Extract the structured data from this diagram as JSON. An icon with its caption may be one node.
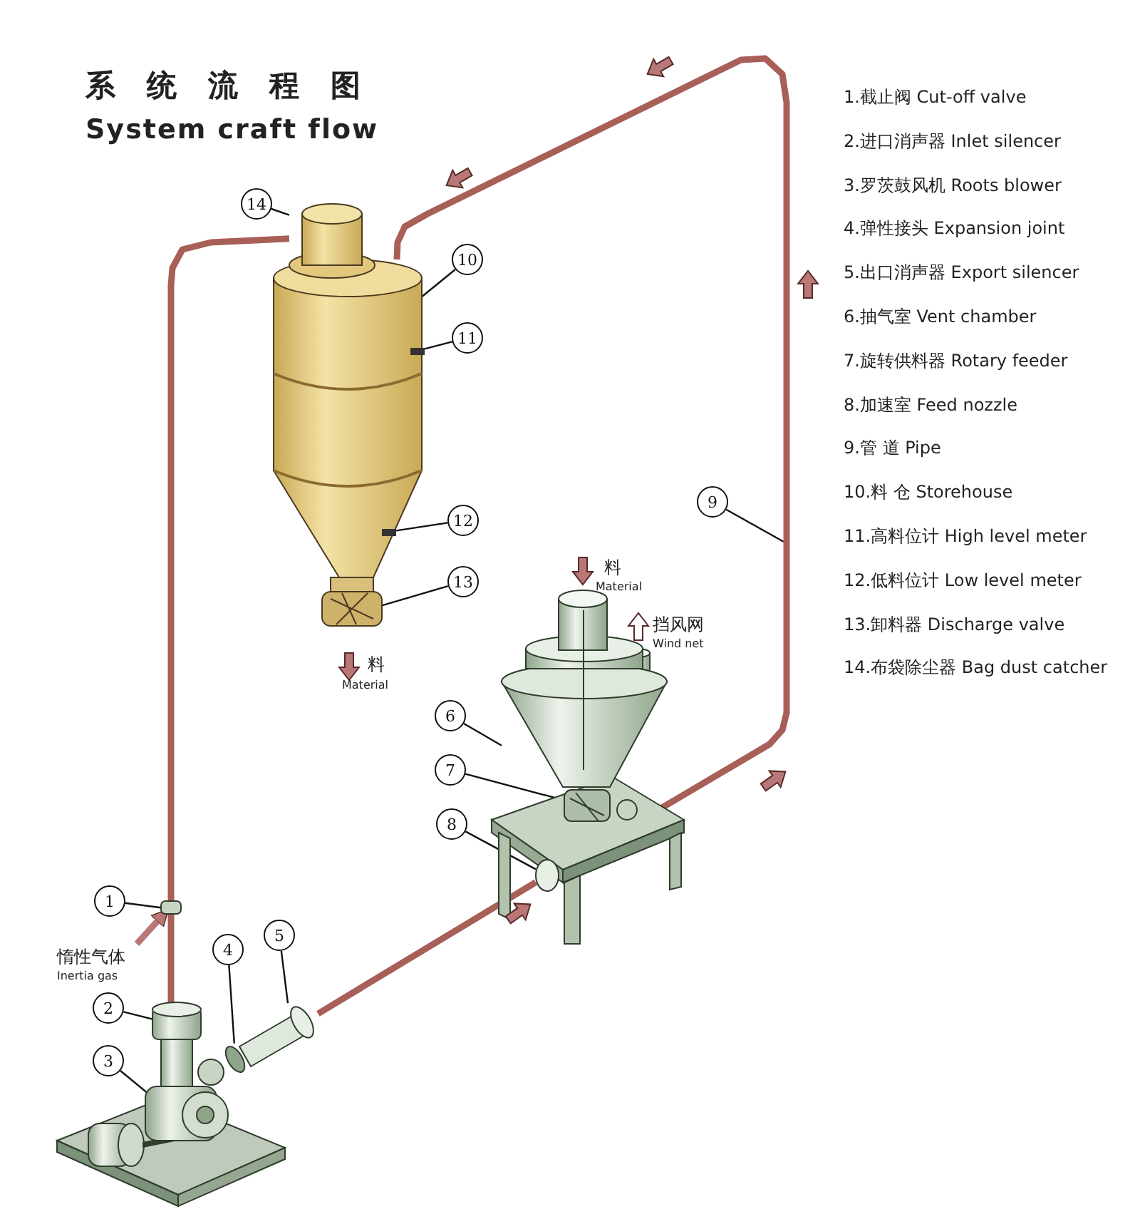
{
  "diagram": {
    "title": "系统流程图",
    "nodes": [
      {
        "text": [
          "1"
        ]
      },
      {
        "text": [
          "2"
        ]
      },
      {
        "text": [
          "3"
        ]
      },
      {
        "text": [
          "4"
        ]
      },
      {
        "text": [
          "5"
        ]
      },
      {
        "text": [
          "6"
        ]
      },
      {
        "text": [
          "7"
        ]
      },
      {
        "text": [
          "8"
        ]
      },
      {
        "text": [
          "9"
        ]
      },
      {
        "text": [
          "10"
        ]
      },
      {
        "text": [
          "11"
        ]
      },
      {
        "text": [
          "12"
        ]
      },
      {
        "text": [
          "13"
        ]
      },
      {
        "text": [
          "14"
        ]
      },
      {
        "text": [],
        "shape": "picture"
      },
      {
        "text": [],
        "shape": "picture"
      },
      {
        "text": [],
        "shape": "picture"
      },
      {
        "text": [],
        "shape": "circle"
      },
      {
        "text": [],
        "shape": "picture"
      },
      {
        "text": [],
        "shape": "picture"
      },
      {
        "text": [],
        "shape": "picture"
      },
      {
        "text": [],
        "shape": "circle"
      },
      {
        "text": [],
        "shape": "picture"
      },
      {
        "text": [],
        "shape": "box"
      },
      {
        "text": [],
        "shape": "box",
        "in": 22
      },
      {
        "text": [],
        "shape": "picture"
      },
      {
        "text": [],
        "shape": "picture"
      }
    ],
    "edges": [
      {
        "from": 0,
        "to": 14,
        "arrow": "none"
      },
      {
        "from": 1,
        "to": 15,
        "arrow": "none"
      },
      {
        "from": 2,
        "to": 16,
        "arrow": "none"
      },
      {
        "from": 3,
        "to": 17,
        "arrow": "none"
      },
      {
        "from": 4,
        "to": 18,
        "arrow": "none"
      },
      {
        "from": 5,
        "to": 19,
        "arrow": "none"
      },
      {
        "from": 6,
        "to": 20,
        "arrow": "none"
      },
      {
        "from": 7,
        "to": 21,
        "arrow": "none"
      },
      {
        "from": 8,
        "to": null,
        "arrow": "none"
      },
      {
        "from": 9,
        "to": 22,
        "arrow": "none"
      },
      {
        "from": 10,
        "to": 23,
        "arrow": "none"
      },
      {
        "from": 11,
        "to": 24,
        "arrow": "none"
      },
      {
        "from": 12,
        "to": 25,
        "arrow": "none"
      },
      {
        "from": 13,
        "to": 26,
        "arrow": "none"
      },
      {
        "from": null,
        "to": 14,
        "arrow": "to",
        "style": "thick",
        "color": "#b87878"
      },
      {
        "from": 26,
        "to": 14,
        "arrow": "none",
        "style": "thick",
        "color": "#a85f58"
      },
      {
        "from": 14,
        "to": 15,
        "arrow": "none",
        "style": "thick",
        "color": "#a85f58"
      },
      {
        "from": 18,
        "to": 21,
        "arrow": "none",
        "style": "thick",
        "color": "#a85f58"
      },
      {
        "from": 21,
        "to": 22,
        "arrow": "none",
        "style": "thick",
        "color": "#a85f58"
      }
    ],
    "labels": [
      "System craft flow",
      "1.截止阀 Cut-off valve",
      "2.进口消声器 Inlet silencer",
      "3.罗茨鼓风机 Roots blower",
      "4.弹性接头 Expansion joint",
      "5.出口消声器 Export silencer",
      "6.抽气室 Vent chamber",
      "7.旋转供料器 Rotary feeder",
      "8.加速室 Feed nozzle",
      "9.管 道 Pipe",
      "10.料 仓 Storehouse",
      "11.高料位计 High level meter",
      "12.低料位计 Low level meter",
      "13.卸料器 Discharge valve",
      "14.布袋除尘器 Bag dust catcher",
      "料",
      "Material",
      "料",
      "Material",
      "挡风网",
      "Wind net",
      "惰性气体",
      "Inertia gas"
    ]
  }
}
